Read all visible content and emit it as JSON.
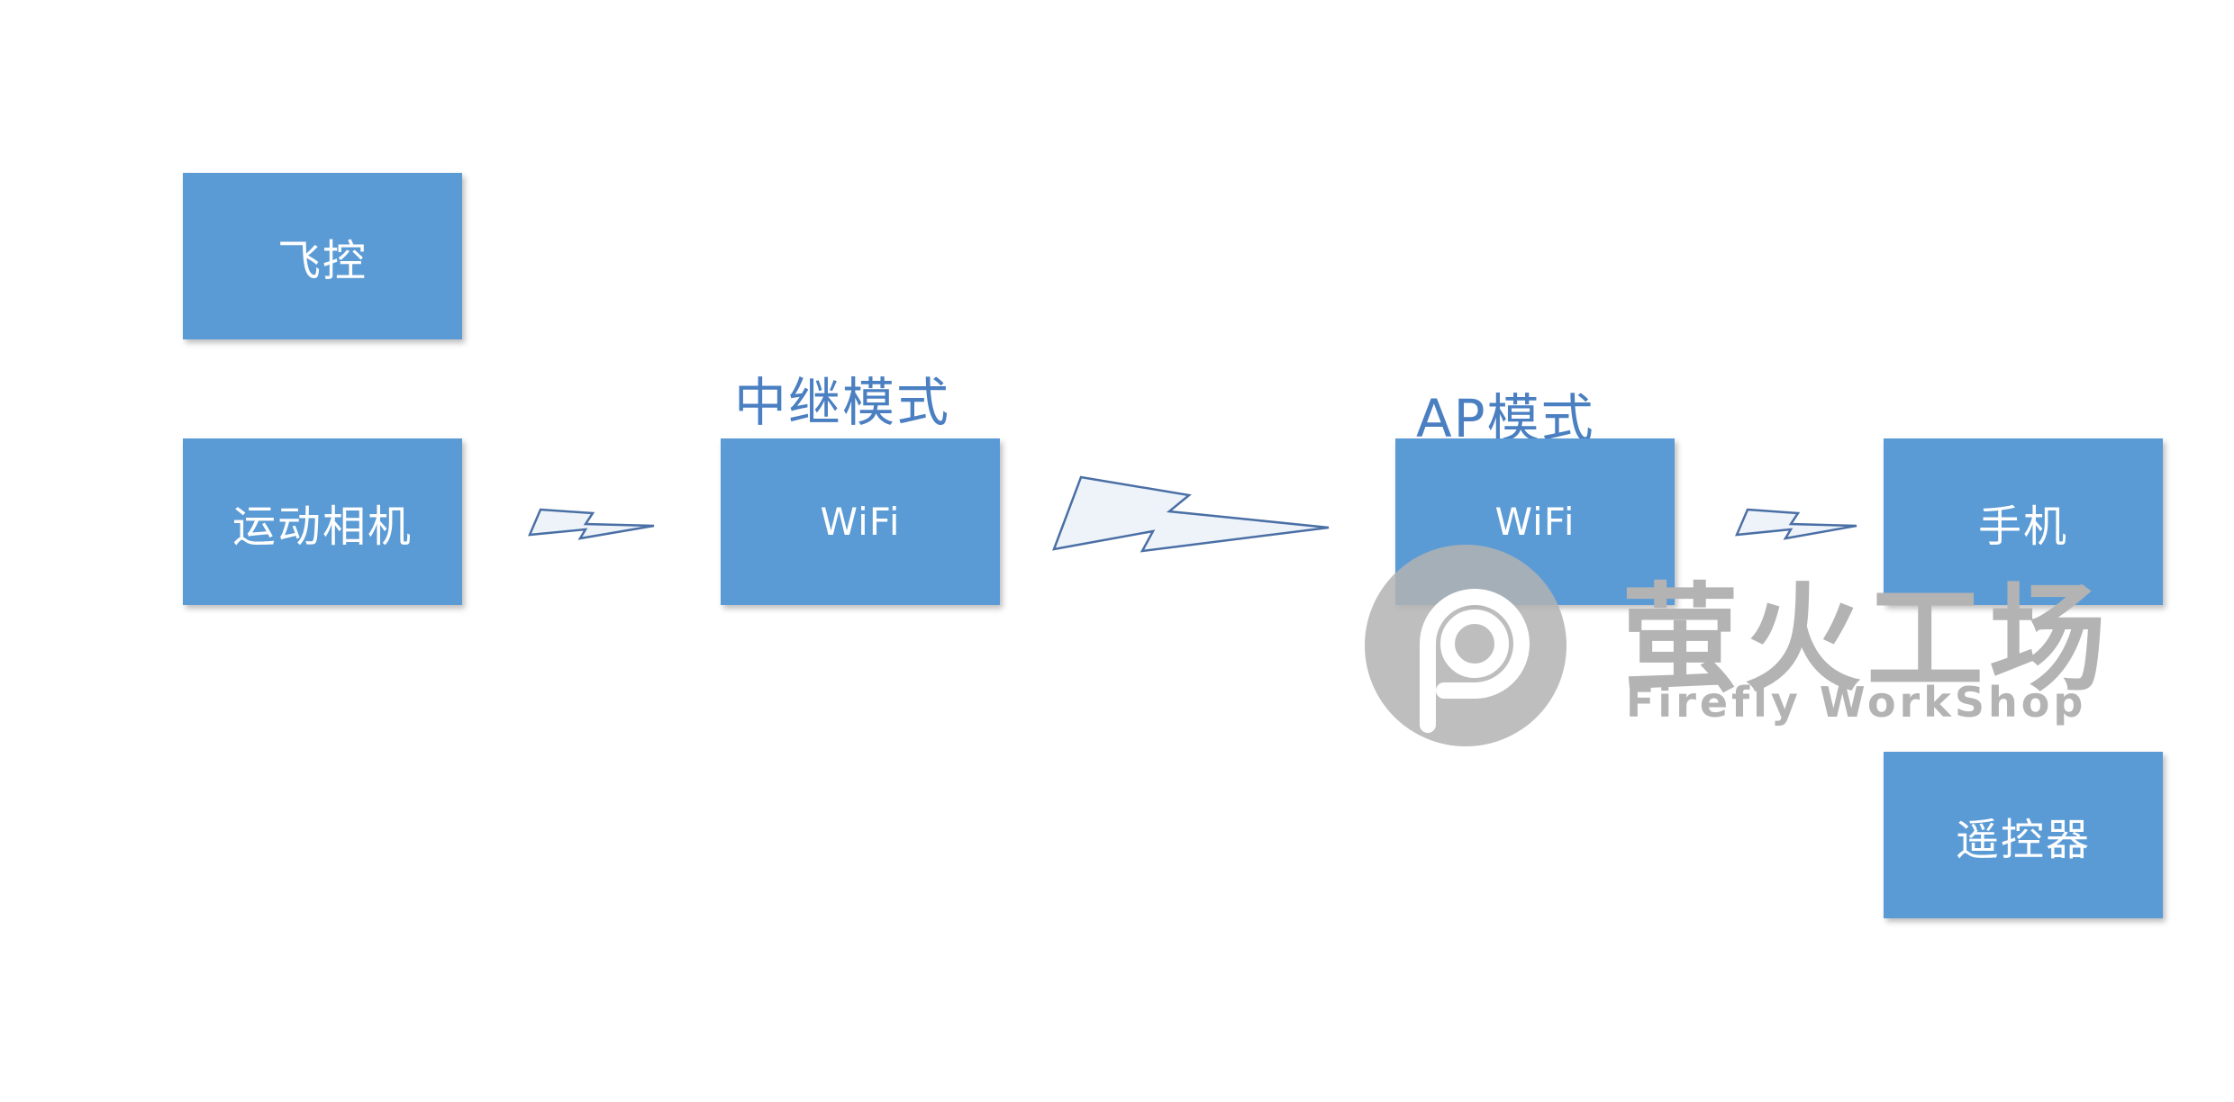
{
  "diagram": {
    "nodes": {
      "flight_controller": "飞控",
      "action_camera": "运动相机",
      "wifi_relay": "WiFi",
      "wifi_ap": "WiFi",
      "phone": "手机",
      "remote_controller": "遥控器"
    },
    "mode_labels": {
      "relay_mode": "中继模式",
      "ap_mode": "AP模式"
    },
    "links": [
      {
        "from": "action_camera",
        "to": "wifi_relay",
        "kind": "wireless"
      },
      {
        "from": "wifi_relay",
        "to": "wifi_ap",
        "kind": "wireless"
      },
      {
        "from": "wifi_ap",
        "to": "phone",
        "kind": "wireless"
      }
    ]
  },
  "watermark": {
    "logo_text_cn": "萤火工场",
    "logo_text_en": "Firefly WorkShop"
  },
  "colors": {
    "box_fill": "#5b9bd5",
    "box_text": "#ffffff",
    "mode_label": "#4a7fc1",
    "bolt_stroke": "#4a6fa5",
    "bolt_fill": "#eef3fa",
    "watermark": "#b3b3b3"
  },
  "icons": {
    "wireless_link": "lightning-bolt-icon",
    "watermark_logo": "firefly-logo-icon"
  }
}
